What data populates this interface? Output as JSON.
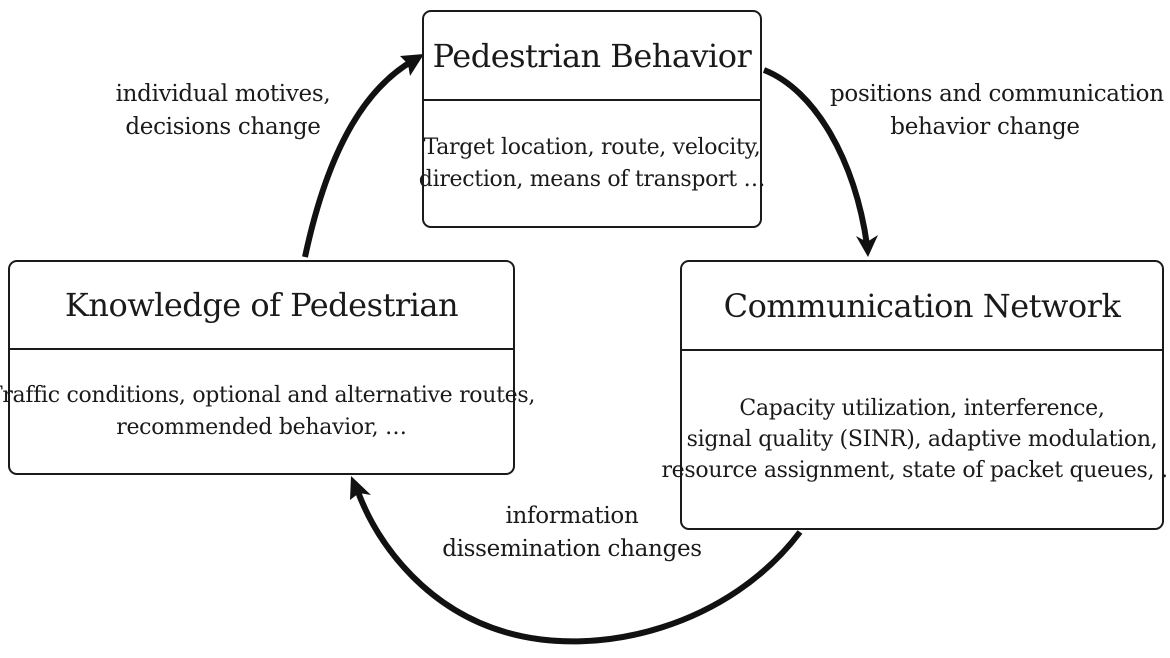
{
  "nodes": {
    "pedestrian_behavior": {
      "title": "Pedestrian Behavior",
      "lines": [
        "Target location, route, velocity,",
        "direction, means of transport …"
      ]
    },
    "knowledge_of_pedestrian": {
      "title": "Knowledge of Pedestrian",
      "lines": [
        "Traffic conditions, optional and alternative routes,",
        "recommended behavior, …"
      ]
    },
    "communication_network": {
      "title": "Communication Network",
      "lines": [
        "Capacity utilization, interference,",
        "signal quality (SINR), adaptive modulation,",
        "resource assignment, state of packet queues, …"
      ]
    }
  },
  "edges": [
    {
      "from": "knowledge_of_pedestrian",
      "to": "pedestrian_behavior",
      "label_lines": [
        "individual motives,",
        "decisions change"
      ]
    },
    {
      "from": "pedestrian_behavior",
      "to": "communication_network",
      "label_lines": [
        "positions and communication",
        "behavior change"
      ]
    },
    {
      "from": "communication_network",
      "to": "knowledge_of_pedestrian",
      "label_lines": [
        "information",
        "dissemination changes"
      ]
    }
  ]
}
